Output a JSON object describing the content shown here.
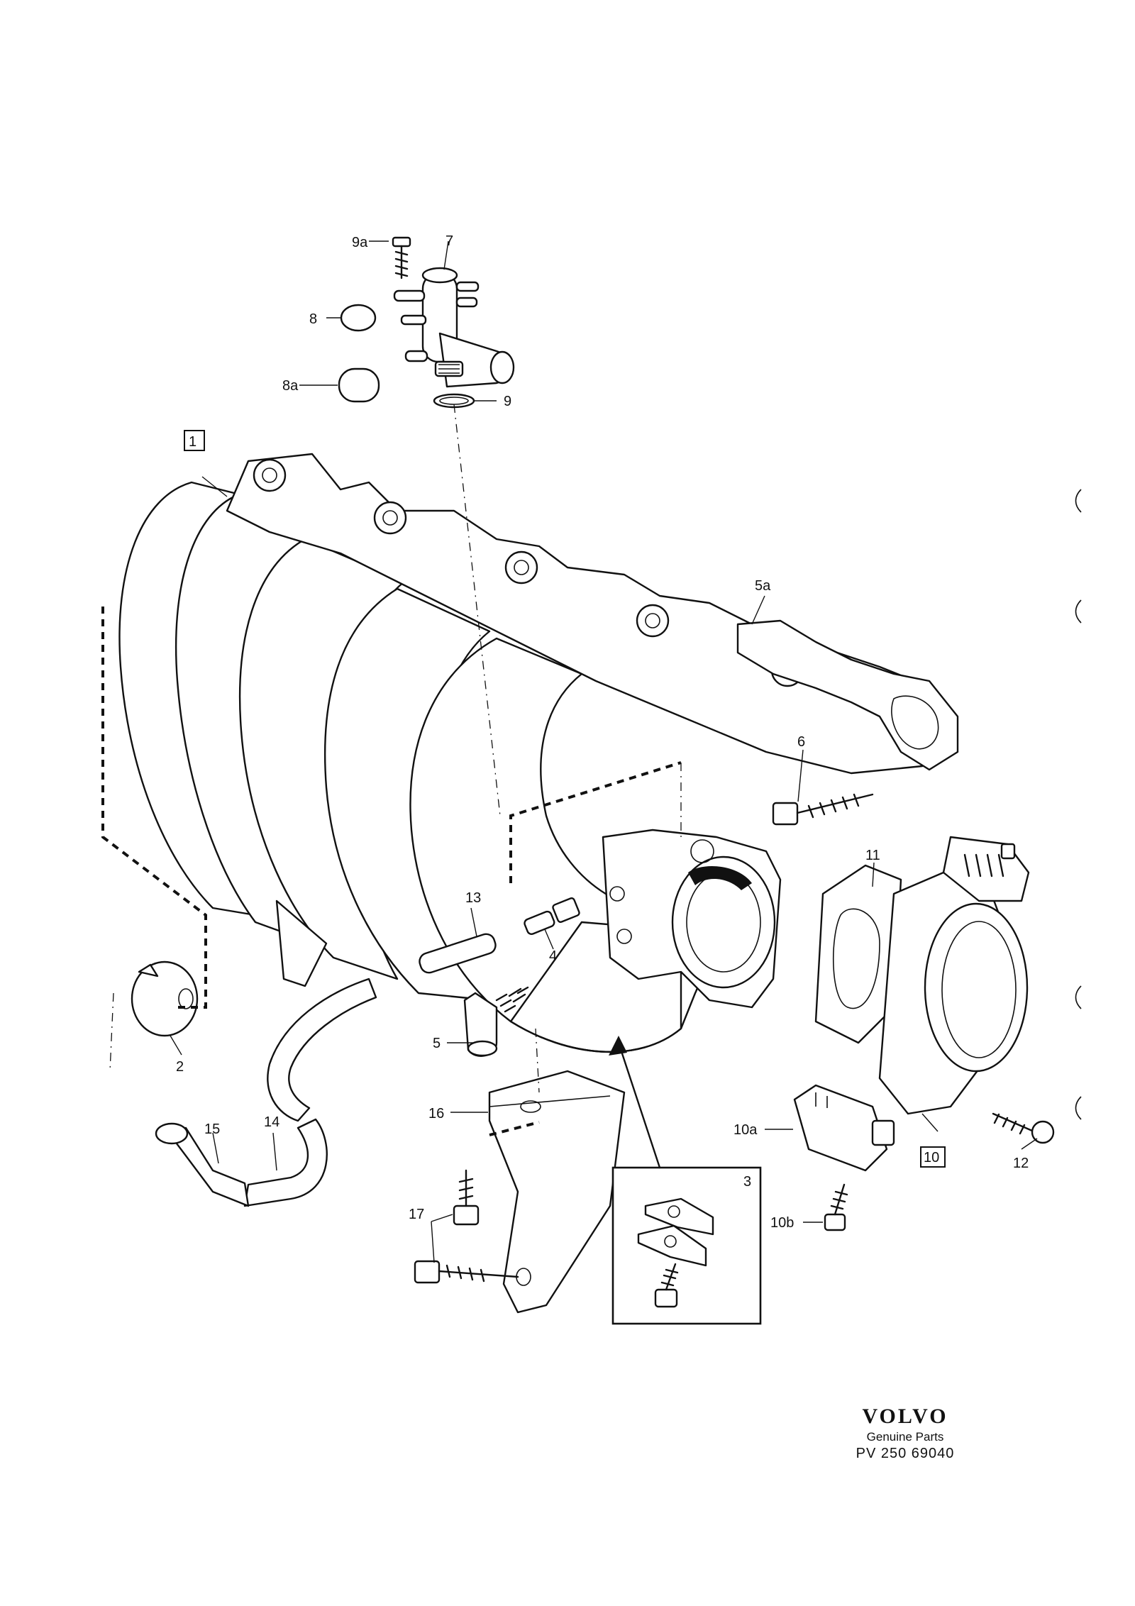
{
  "callouts": {
    "p1": "1",
    "p2": "2",
    "p3": "3",
    "p4": "4",
    "p5": "5",
    "p5a": "5a",
    "p6": "6",
    "p7": "7",
    "p8": "8",
    "p8a": "8a",
    "p9": "9",
    "p9a": "9a",
    "p10": "10",
    "p10a": "10a",
    "p10b": "10b",
    "p11": "11",
    "p12": "12",
    "p13": "13",
    "p14": "14",
    "p15": "15",
    "p16": "16",
    "p17": "17"
  },
  "brand": {
    "name": "VOLVO",
    "subtitle": "Genuine Parts",
    "code": "PV 250  69040"
  }
}
